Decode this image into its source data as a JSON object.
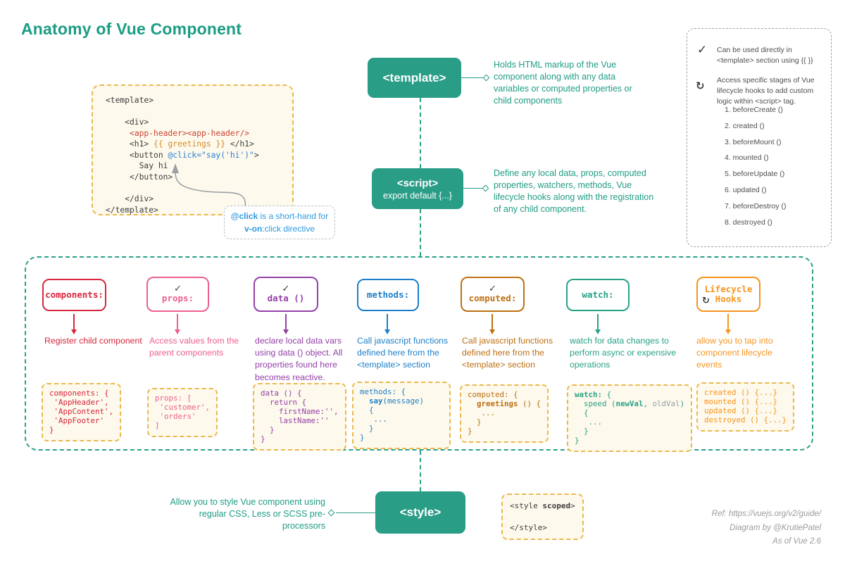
{
  "title": "Anatomy of Vue Component",
  "icons": {
    "check": "✓",
    "refresh": "↻"
  },
  "colors": {
    "primary_teal": "#2a9d87",
    "title_teal": "#1b9c84",
    "snippet_border_yellow": "#ecb84c",
    "snippet_bg_cream": "#fdf9ec",
    "components_red": "#d7263d",
    "props_pink": "#ed5f8e",
    "data_purple": "#9440a8",
    "methods_blue": "#1d7fc9",
    "computed_orange_brown": "#bd7012",
    "watch_teal": "#27a186",
    "lifecycle_orange": "#f7941e",
    "code_red": "#cb4335",
    "code_orange": "#d78a22",
    "code_blue": "#2d7fd3",
    "note_blue": "#2e9ae2"
  },
  "sample_code": {
    "s1": "<template>\n\n    <div>\n     ",
    "red": "<app-header><app-header/>",
    "s2": "\n     <h1> ",
    "orange": "{{ greetings }}",
    "s3": " </h1>\n     <button ",
    "blue": "@click=\"say('hi')\"",
    "s4": ">\n       Say hi\n     </button>\n\n    </div>\n</template>"
  },
  "note": {
    "b1": "@click",
    "t1": " is a short-hand for",
    "b2": "v-on",
    "t2": ":click directive"
  },
  "sections": {
    "template": {
      "label": "<template>",
      "description": "Holds HTML markup of the Vue component along with any data variables or computed properties or child components"
    },
    "script": {
      "label": "<script>",
      "sublabel": "export default {...}",
      "description": "Define any local data, props, computed properties, watchers, methods, Vue lifecycle hooks along with the registration of any child component."
    },
    "style": {
      "label": "<style>",
      "description": "Allow you to style Vue component using regular CSS, Less or SCSS pre-processors",
      "snippet": {
        "s1": "<style ",
        "b1": "scoped",
        "s2": ">\n\n</style>"
      }
    }
  },
  "legend": {
    "item1": "Can be used directly in <template> section using {{ }}",
    "item2": "Access specific stages of Vue lifecycle hooks to add custom logic within <script> tag.",
    "hooks": [
      "1. beforeCreate ()",
      "2. created ()",
      "3. beforeMount ()",
      "4. mounted ()",
      "5. beforeUpdate ()",
      "6. updated ()",
      "7. beforeDestroy ()",
      "8. destroyed ()"
    ]
  },
  "columns": [
    {
      "label": "components:",
      "description": "Register child component",
      "snippet": {
        "s1": "components: {\n 'AppHeader',\n 'AppContent',\n 'AppFooter'\n}"
      }
    },
    {
      "label": "props:",
      "description": "Access values from the parent components",
      "snippet": {
        "s1": "props: [\n 'customer',\n 'orders'\n]"
      }
    },
    {
      "label": "data ()",
      "description": "declare local data vars using data () object. All properties found here becomes reactive.",
      "snippet": {
        "s1": "data () {\n  return {\n    firstName:'',\n    lastName:''\n  }\n}"
      }
    },
    {
      "label": "methods:",
      "description": "Call javascript functions defined here from the <template> section",
      "snippet": {
        "s1": "methods: {\n  ",
        "b1": "say",
        "s2": "(message)\n  {\n   ...\n  }\n}"
      }
    },
    {
      "label": "computed:",
      "description": "Call javascript functions defined here from the <template> section",
      "snippet": {
        "s1": "computed: {\n  ",
        "b1": "greetings",
        "s2": " () {\n   ...\n  }\n}"
      }
    },
    {
      "label": "watch:",
      "description": "watch for data changes to perform async or expensive operations",
      "snippet": {
        "b1": "watch:",
        "s1": " {\n  speed (",
        "b2": "newVal",
        "s2": ", ",
        "g1": "oldVal",
        "s3": ")\n  {\n   ...\n  }\n}"
      }
    },
    {
      "label": "Lifecycle\nHooks",
      "description": "allow you to tap into component lifecycle events",
      "snippet": {
        "s1": "created () {...}\nmounted () {...}\nupdated () {...}\ndestroyed () {...}"
      }
    }
  ],
  "attribution": {
    "line1": "Ref: https://vuejs.org/v2/guide/",
    "line2": "Diagram by @KrutiePatel",
    "line3": "As of Vue 2.6"
  }
}
